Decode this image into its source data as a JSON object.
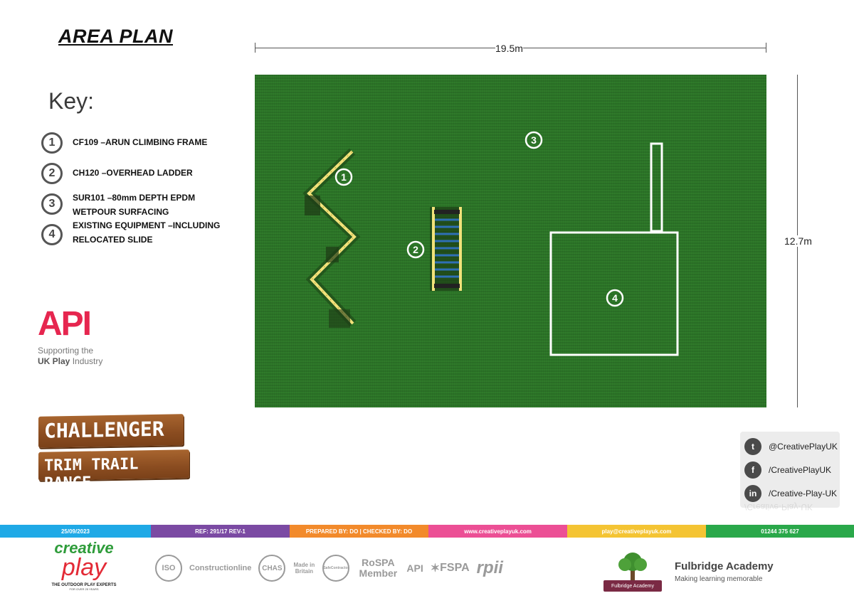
{
  "title": "AREA PLAN",
  "key": {
    "heading": "Key:",
    "items": [
      {
        "num": "1",
        "line1": "CF109 –ARUN CLIMBING FRAME",
        "line2": ""
      },
      {
        "num": "2",
        "line1": "CH120 –OVERHEAD LADDER",
        "line2": ""
      },
      {
        "num": "3",
        "line1": "SUR101 –80mm DEPTH EPDM",
        "line2": "WETPOUR SURFACING"
      },
      {
        "num": "4",
        "line1": "EXISTING EQUIPMENT –INCLUDING",
        "line2": "RELOCATED SLIDE"
      }
    ]
  },
  "plan": {
    "width_label": "19.5m",
    "height_label": "12.7m",
    "markers": [
      "1",
      "2",
      "3",
      "4"
    ],
    "colors": {
      "turf": "#2f7a2a",
      "frame": "#f2e27a",
      "ladder_rung": "#2f6fb5",
      "outline": "#ffffff"
    }
  },
  "api": {
    "mark": "API",
    "line1": "Supporting the",
    "line2_bold": "UK Play",
    "line2_rest": " Industry"
  },
  "challenger": {
    "line1": "CHALLENGER",
    "line2": "TRIM TRAIL RANGE"
  },
  "social": [
    {
      "icon": "twitter-icon",
      "glyph": "t",
      "label": "@CreativePlayUK"
    },
    {
      "icon": "facebook-icon",
      "glyph": "f",
      "label": "/CreativePlayUK"
    },
    {
      "icon": "linkedin-icon",
      "glyph": "in",
      "label": "/Creative-Play-UK"
    }
  ],
  "social_reflection": "/Creative-Play-UK",
  "footer": [
    {
      "text": "25/09/2023",
      "color": "#1fa9e6"
    },
    {
      "text": "REF: 291/17 REV-1",
      "color": "#7b4aa3"
    },
    {
      "text": "PREPARED BY: DO | CHECKED BY: DO",
      "color": "#f28a2b"
    },
    {
      "text": "www.creativeplayuk.com",
      "color": "#ec4f95"
    },
    {
      "text": "play@creativeplayuk.com",
      "color": "#f4c433"
    },
    {
      "text": "01244 375 627",
      "color": "#2aa84a"
    }
  ],
  "creative_play": {
    "word1": "creative",
    "word2": "play",
    "tagline": "THE OUTDOOR PLAY EXPERTS",
    "sub": "FOR OVER 25 YEARS"
  },
  "accreditations": [
    "ISO",
    "Constructionline",
    "CHAS",
    "Made in Britain",
    "SafeContractor",
    "RoSPA Member",
    "API",
    "FSPA",
    "rpii"
  ],
  "school": {
    "badge": "Fulbridge Academy",
    "name": "Fulbridge Academy",
    "motto": "Making learning memorable"
  }
}
